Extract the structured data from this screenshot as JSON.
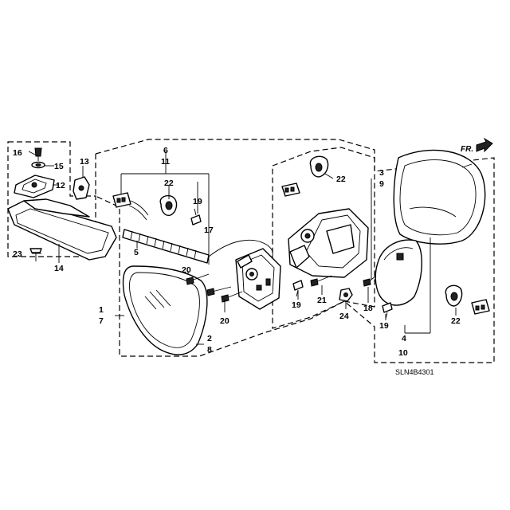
{
  "labels": {
    "p1": "1",
    "p2": "2",
    "p3": "3",
    "p4": "4",
    "p5": "5",
    "p6": "6",
    "p7": "7",
    "p8": "8",
    "p9": "9",
    "p10": "10",
    "p11": "11",
    "p12": "12",
    "p13": "13",
    "p14": "14",
    "p15": "15",
    "p16": "16",
    "p17": "17",
    "p18": "18",
    "p19a": "19",
    "p19b": "19",
    "p19c": "19",
    "p20a": "20",
    "p20b": "20",
    "p21": "21",
    "p22a": "22",
    "p22b": "22",
    "p22c": "22",
    "p23": "23",
    "p24": "24"
  },
  "direction": "FR.",
  "diagram_code": "SLN4B4301"
}
